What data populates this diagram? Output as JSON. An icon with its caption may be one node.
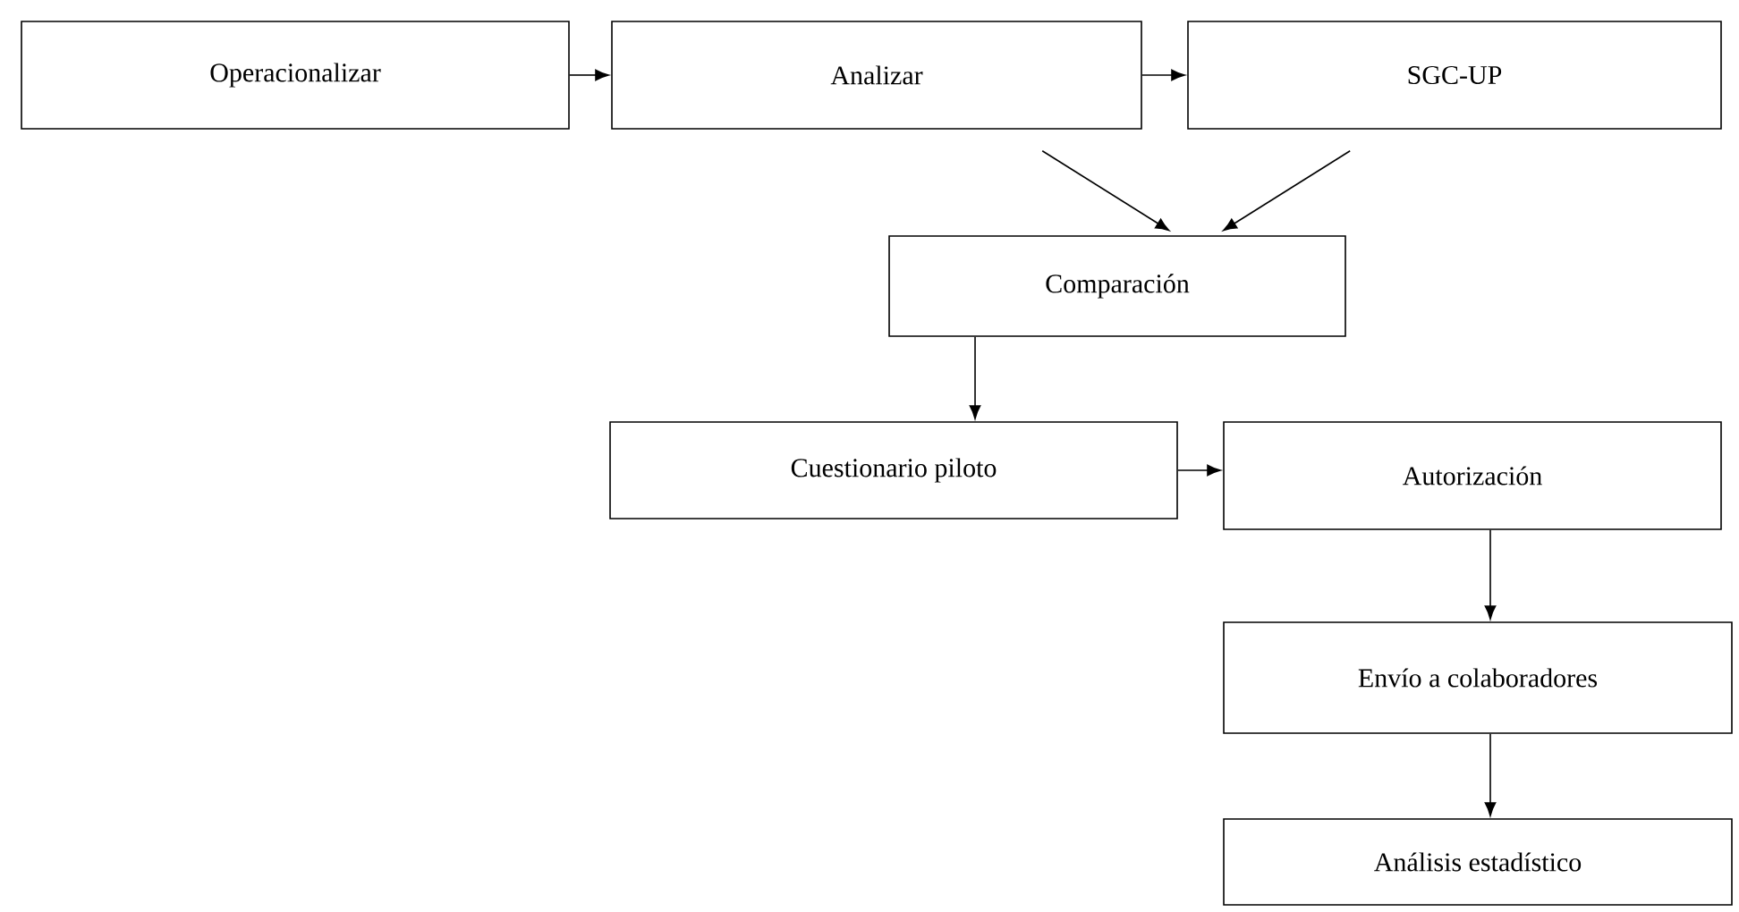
{
  "diagram": {
    "nodes": [
      {
        "text": [
          "Operacionalizar"
        ]
      },
      {
        "text": [
          "Analizar"
        ]
      },
      {
        "text": [
          "SGC-UP"
        ]
      },
      {
        "text": [
          "Comparación"
        ]
      },
      {
        "text": [
          "Cuestionario piloto"
        ]
      },
      {
        "text": [
          "Autorización"
        ]
      },
      {
        "text": [
          "Envío a colaboradores"
        ]
      },
      {
        "text": [
          "Análisis estadístico"
        ]
      }
    ],
    "edges": [
      {
        "from": 0,
        "to": 1,
        "arrow": "to"
      },
      {
        "from": 1,
        "to": 2,
        "arrow": "to"
      },
      {
        "from": 1,
        "to": 3,
        "arrow": "to"
      },
      {
        "from": 2,
        "to": 3,
        "arrow": "to"
      },
      {
        "from": 3,
        "to": 4,
        "arrow": "to"
      },
      {
        "from": 4,
        "to": 5,
        "arrow": "to"
      },
      {
        "from": 5,
        "to": 6,
        "arrow": "to"
      },
      {
        "from": 6,
        "to": 7,
        "arrow": "to"
      }
    ]
  }
}
